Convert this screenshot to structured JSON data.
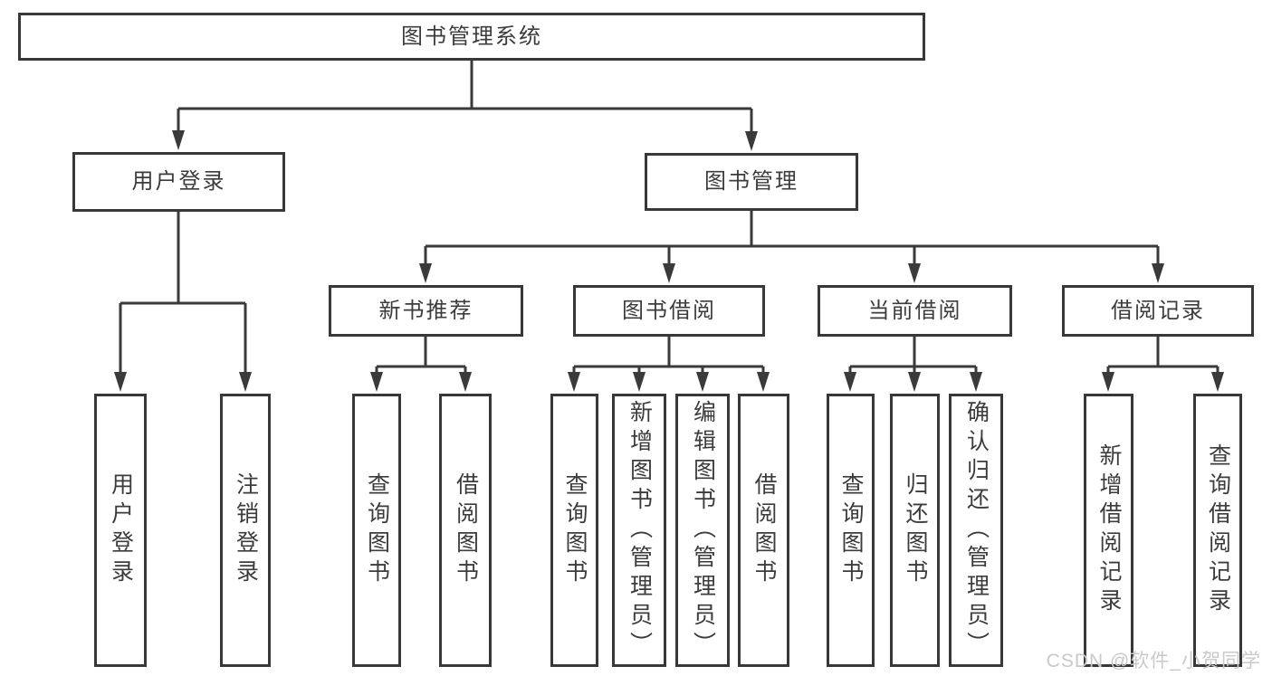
{
  "diagram_title": "图书管理系统",
  "nodes": {
    "root": "图书管理系统",
    "user_login": "用户登录",
    "book_mgmt": "图书管理",
    "new_book_rec": "新书推荐",
    "book_borrow": "图书借阅",
    "current_borrow": "当前借阅",
    "borrow_records": "借阅记录",
    "ul_login": "用户登录",
    "ul_logout": "注销登录",
    "nr_query": "查询图书",
    "nr_borrow": "借阅图书",
    "bb_query": "查询图书",
    "bb_add": "新增图书（管理员）",
    "bb_edit": "编辑图书（管理员）",
    "bb_borrow": "借阅图书",
    "cb_query": "查询图书",
    "cb_return": "归还图书",
    "cb_confirm": "确认归还（管理员）",
    "br_add": "新增借阅记录",
    "br_query": "查询借阅记录"
  },
  "hierarchy": {
    "图书管理系统": {
      "用户登录": [
        "用户登录",
        "注销登录"
      ],
      "图书管理": {
        "新书推荐": [
          "查询图书",
          "借阅图书"
        ],
        "图书借阅": [
          "查询图书",
          "新增图书（管理员）",
          "编辑图书（管理员）",
          "借阅图书"
        ],
        "当前借阅": [
          "查询图书",
          "归还图书",
          "确认归还（管理员）"
        ],
        "借阅记录": [
          "新增借阅记录",
          "查询借阅记录"
        ]
      }
    }
  },
  "watermark": "CSDN @软件_小贺同学",
  "colors": {
    "line": "#3a3a3a",
    "text": "#3c3c3c",
    "box_background": "#ffffff",
    "page_background": "#ffffff",
    "watermark": "#c9c9c9"
  }
}
